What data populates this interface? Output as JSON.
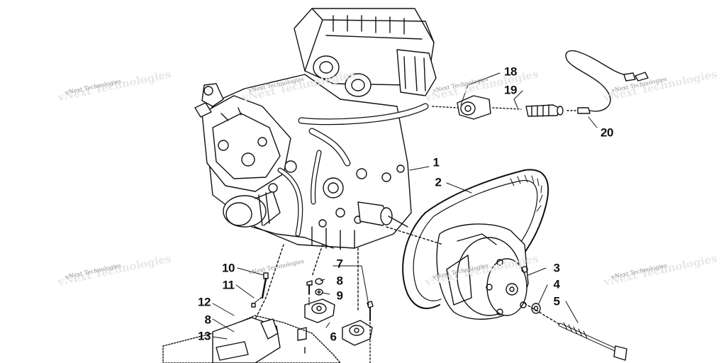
{
  "watermark": {
    "text": "vNext Technologies",
    "color": "#8e8e8e"
  },
  "callouts": [
    {
      "label": "1",
      "part": "engine"
    },
    {
      "label": "2",
      "part": "drive-belt"
    },
    {
      "label": "3",
      "part": "drive-clutch"
    },
    {
      "label": "4",
      "part": "washer"
    },
    {
      "label": "5",
      "part": "clutch-bolt"
    },
    {
      "label": "6",
      "part": "engine-mount"
    },
    {
      "label": "7",
      "part": "mount-bolt"
    },
    {
      "label": "8",
      "part": "washer"
    },
    {
      "label": "9",
      "part": "lock-washer"
    },
    {
      "label": "10",
      "part": "stud-bolt"
    },
    {
      "label": "11",
      "part": "lock-nut"
    },
    {
      "label": "12",
      "part": "mount-bracket"
    },
    {
      "label": "8",
      "part": "washer"
    },
    {
      "label": "13",
      "part": "retainer"
    },
    {
      "label": "18",
      "part": "thermostat-housing"
    },
    {
      "label": "19",
      "part": "thermostat"
    },
    {
      "label": "20",
      "part": "temperature-sensor"
    }
  ]
}
